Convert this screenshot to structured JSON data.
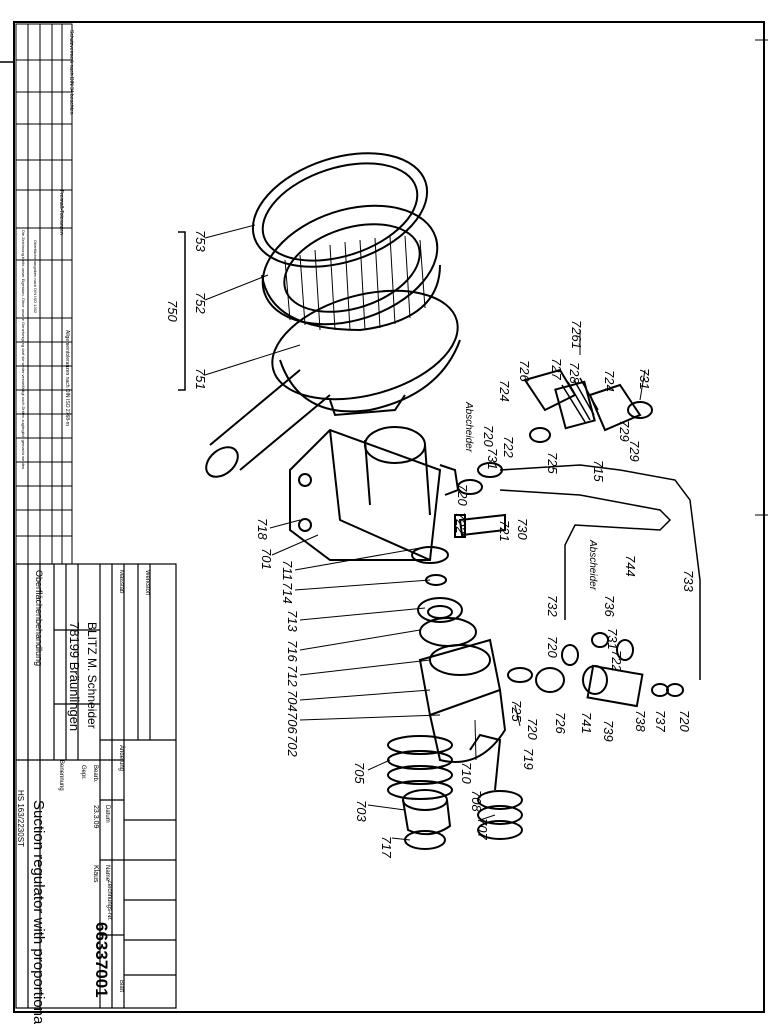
{
  "title_block": {
    "company": "BLITZ M. Schneider",
    "address": "78199 Bräunlingen",
    "drawing_number": "66337001",
    "title": "Suction regulator with proportional control",
    "replaces": "HS 163/2230ST",
    "date": "23.3.09",
    "name": "Klaus",
    "surface": "Oberflächenbehandlung",
    "material": "Werkstoff",
    "scale": "Maßstab",
    "designation": "Benennung",
    "drawing_no_label": "Zeichnungs-Nr.",
    "edit_label": "Bearb.",
    "check_label": "Gepr.",
    "change_label": "Änderung",
    "date_label": "Datum",
    "name_label": "Name",
    "sheet_label": "Blatt"
  },
  "notes": {
    "protection": "Schutzvermerk nach DIN 34 beachten",
    "tolerance": "Freimaß-Toleranzen",
    "tolerance_sub": "Allgemeintoleranzen nach DIN ISO 2768-m",
    "copy_note": "Die Zeichnung bleibt unser Eigentum. Ohne unsere Genehmigung darf sie weder vervielfältigt noch Dritten zugänglich gemacht werden.",
    "surface_note": "Oberflächenangaben nach DIN ISO 1302"
  },
  "labels": {
    "abscheider_1": "Abscheider",
    "abscheider_2": "Abscheider",
    "p701": "701",
    "p702": "702",
    "p703": "703",
    "p704": "704",
    "p705": "705",
    "p706": "706",
    "p707": "707",
    "p708": "708",
    "p710": "710",
    "p711": "711",
    "p712": "712",
    "p713": "713",
    "p714": "714",
    "p715": "715",
    "p716": "716",
    "p717": "717",
    "p718": "718",
    "p719": "719",
    "p720": "720",
    "p720b": "720",
    "p720c": "720",
    "p720d": "720",
    "p720e": "720",
    "p721": "721",
    "p721b": "721",
    "p722": "722",
    "p722b": "722",
    "p722c": "722",
    "p724": "724",
    "p725": "725",
    "p725b": "725",
    "p726": "726",
    "p726b": "726",
    "p727": "727",
    "p728": "728",
    "p729": "729",
    "p729b": "729",
    "p730": "730",
    "p731": "731",
    "p731b": "731",
    "p731c": "731",
    "p732": "732",
    "p733": "733",
    "p736": "736",
    "p737": "737",
    "p738": "738",
    "p739": "739",
    "p741": "741",
    "p744": "744",
    "p750": "750",
    "p751": "751",
    "p752": "752",
    "p753": "753",
    "p7261": "7261"
  }
}
